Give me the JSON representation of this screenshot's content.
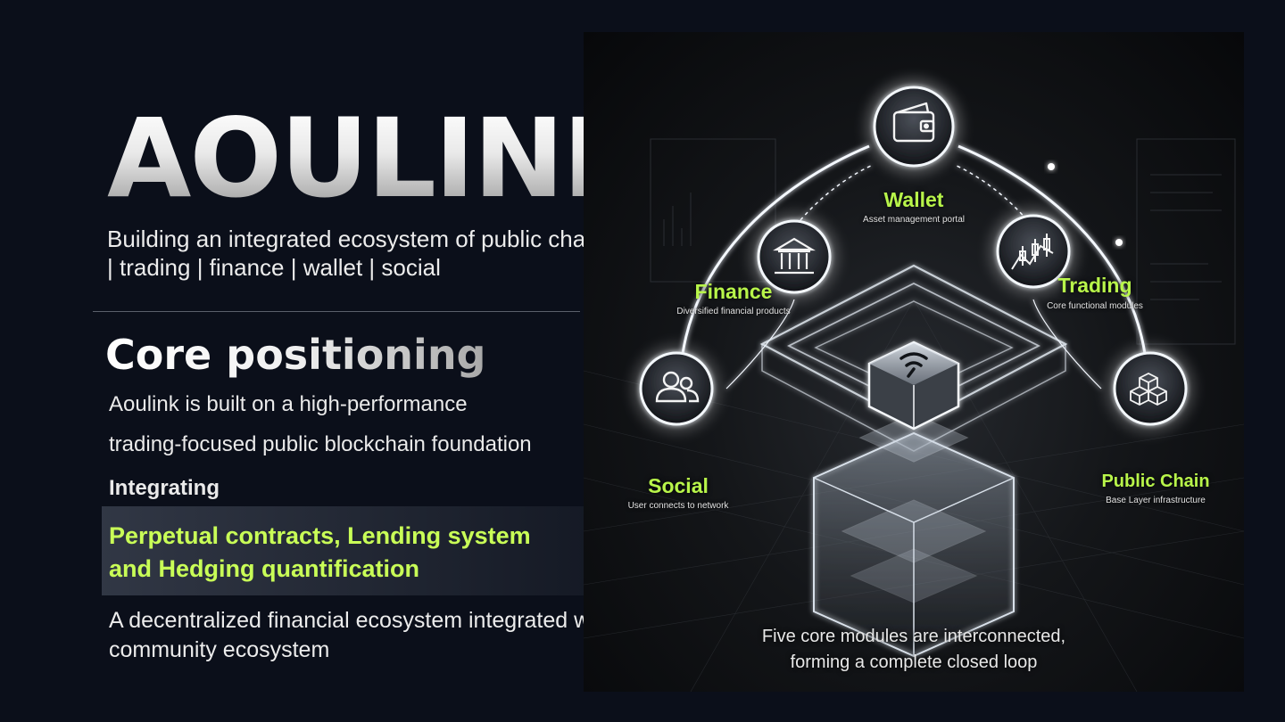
{
  "brand": {
    "title": "AOULINK"
  },
  "tagline": "Building an integrated ecosystem of public chain | trading | finance | wallet | social",
  "core": {
    "title": "Core positioning",
    "line1": "Aoulink is built on a high-performance",
    "line2": "trading-focused public blockchain foundation",
    "line3": "Integrating",
    "highlight": "Perpetual contracts, Lending system and Hedging quantification",
    "ecosystem": "A decentralized financial ecosystem integrated with the community ecosystem"
  },
  "modules": [
    {
      "name": "Wallet",
      "sub": "Asset management portal",
      "icon": "wallet-icon"
    },
    {
      "name": "Finance",
      "sub": "Diversified financial products",
      "icon": "bank-icon"
    },
    {
      "name": "Trading",
      "sub": "Core functional modules",
      "icon": "candlestick-chart-icon"
    },
    {
      "name": "Social",
      "sub": "User connects to network",
      "icon": "users-icon"
    },
    {
      "name": "Public Chain",
      "sub": "Base Layer infrastructure",
      "icon": "blocks-icon"
    }
  ],
  "caption": "Five core modules are interconnected, forming a complete closed loop",
  "colors": {
    "accent": "#b8f54a",
    "background": "#0b0f1a"
  }
}
